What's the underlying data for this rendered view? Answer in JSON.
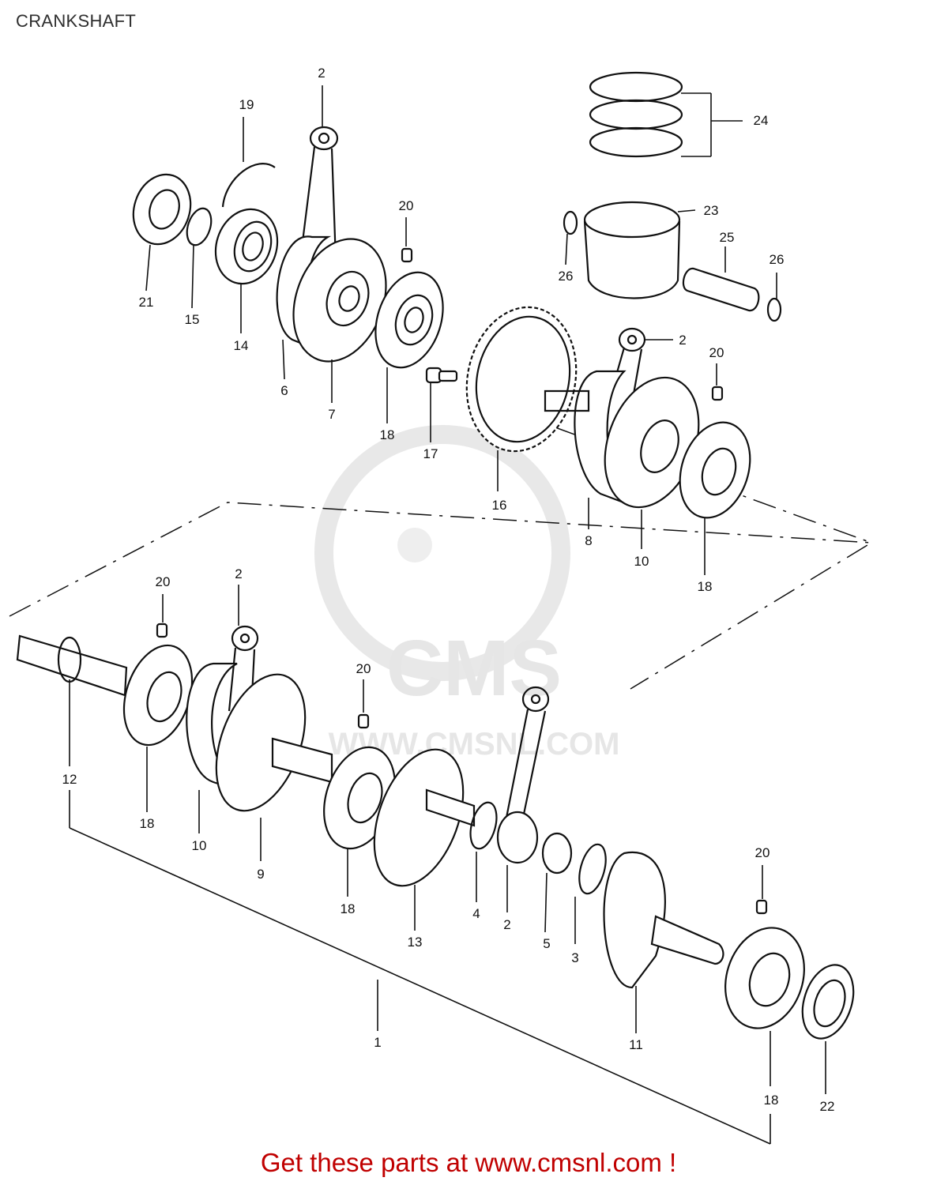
{
  "title": "CRANKSHAFT",
  "watermark": {
    "logo_text": "CMS",
    "site_text": "WWW.CMSNL.COM"
  },
  "callouts": [
    "1",
    "2",
    "3",
    "4",
    "5",
    "6",
    "7",
    "8",
    "9",
    "10",
    "11",
    "12",
    "13",
    "14",
    "15",
    "16",
    "17",
    "18",
    "19",
    "20",
    "21",
    "22",
    "23",
    "24",
    "25",
    "26"
  ],
  "footer": {
    "text": "Get these parts at www.cmsnl.com !",
    "color": "#c00000"
  }
}
